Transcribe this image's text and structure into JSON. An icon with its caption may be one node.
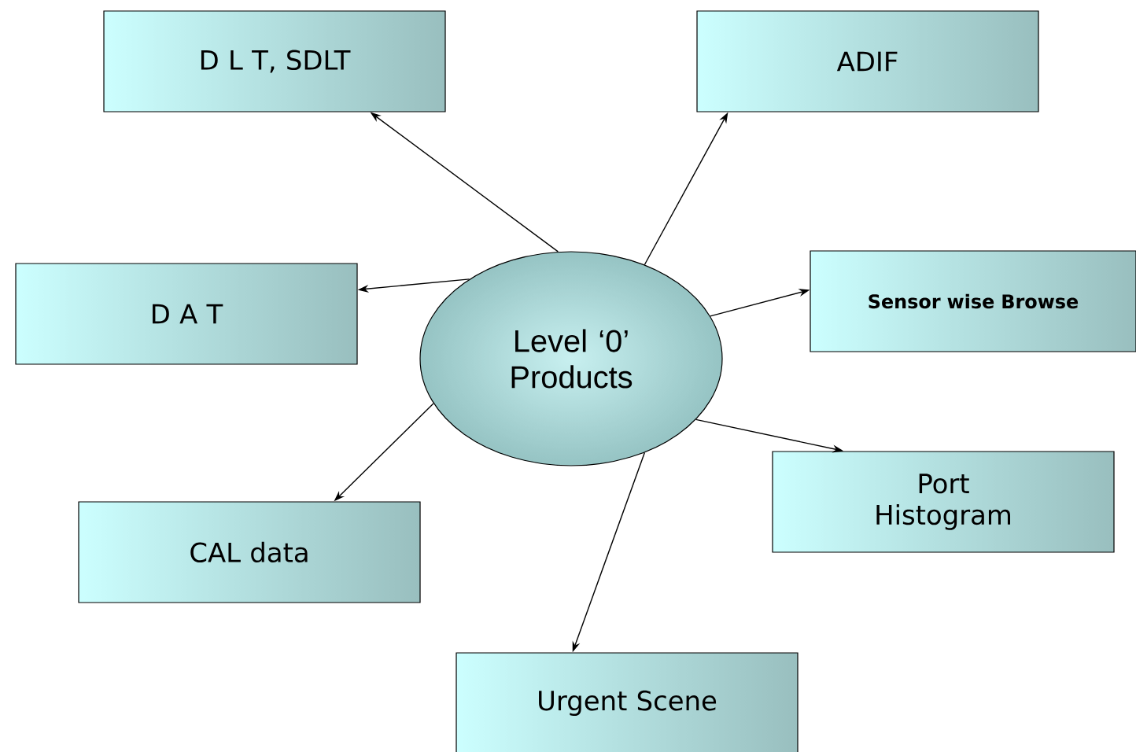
{
  "diagram": {
    "nodes": [
      {
        "text": [
          "Level ‘0’ Products"
        ]
      },
      {
        "text": [
          "D L T, SDLT"
        ]
      },
      {
        "text": [
          "ADIF"
        ]
      },
      {
        "text": [
          "D A T"
        ]
      },
      {
        "text": [
          "Sensor wise Browse"
        ]
      },
      {
        "text": [
          "CAL data"
        ]
      },
      {
        "text": [
          "Port Histogram"
        ]
      },
      {
        "text": [
          "Urgent Scene"
        ]
      }
    ],
    "edges": [
      {
        "from": 0,
        "to": 1,
        "arrow": "to"
      },
      {
        "from": 0,
        "to": 2,
        "arrow": "to"
      },
      {
        "from": 0,
        "to": 3,
        "arrow": "to"
      },
      {
        "from": 0,
        "to": 4,
        "arrow": "to"
      },
      {
        "from": 0,
        "to": 5,
        "arrow": "to"
      },
      {
        "from": 0,
        "to": 6,
        "arrow": "to"
      },
      {
        "from": 0,
        "to": 7,
        "arrow": "to"
      }
    ]
  }
}
